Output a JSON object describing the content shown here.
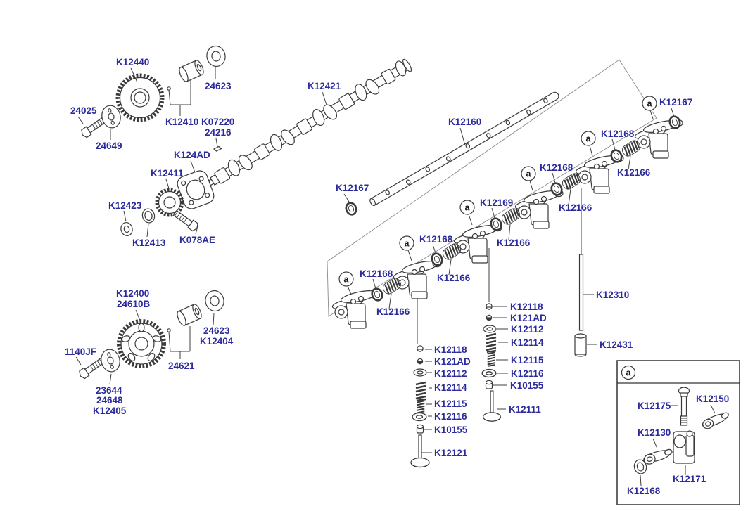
{
  "diagram": {
    "kind": "exploded-parts-diagram",
    "subject": "camshaft and valve mechanism",
    "background": "#ffffff",
    "label_color": "#2b2b9e",
    "line_color": "#3a3a3a"
  },
  "parts": {
    "k12440": "K12440",
    "n24623": "24623",
    "n24025": "24025",
    "n24649": "24649",
    "k12410": "K12410",
    "k07220": "K07220",
    "n24216": "24216",
    "k124ad": "K124AD",
    "k12411": "K12411",
    "k12423": "K12423",
    "k12413": "K12413",
    "k078ae": "K078AE",
    "k12421": "K12421",
    "k12160": "K12160",
    "k12167": "K12167",
    "k12168": "K12168",
    "k12166": "K12166",
    "k12169": "K12169",
    "k12400": "K12400",
    "n24610b": "24610B",
    "k12404": "K12404",
    "n24621": "24621",
    "n1140jf": "1140JF",
    "n23644": "23644",
    "n24648": "24648",
    "k12405": "K12405",
    "k12118": "K12118",
    "k121ad": "K121AD",
    "k12112": "K12112",
    "k12114": "K12114",
    "k12115": "K12115",
    "k12116": "K12116",
    "k10155": "K10155",
    "k12121": "K12121",
    "k12111": "K12111",
    "k12310": "K12310",
    "k12431": "K12431",
    "k12175": "K12175",
    "k12150": "K12150",
    "k12130": "K12130",
    "k12171": "K12171"
  },
  "inset": {
    "marker": "a"
  }
}
